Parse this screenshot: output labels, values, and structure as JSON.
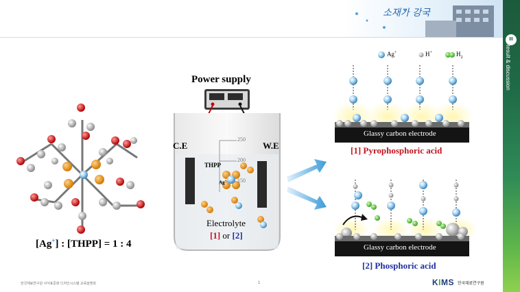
{
  "side": {
    "number": "III",
    "title": "Result & discussion"
  },
  "banner": {
    "logo_text": "소재가 강국"
  },
  "molecule": {
    "ratio_label_parts": [
      "[Ag",
      "+",
      "] : [THPP] = 1 : 4"
    ]
  },
  "cell": {
    "power_supply": "Power supply",
    "ce": "C.E",
    "we": "W.E",
    "thpp": "THPP",
    "ag_plus": "Ag",
    "ag_sup": "+",
    "electrolyte": "Electrolyte",
    "opt1": "[1]",
    "or": "or",
    "opt2": "[2]",
    "ticks": [
      "250",
      "200",
      "150"
    ]
  },
  "legend": {
    "ag": "Ag",
    "ag_sup": "+",
    "h": "H",
    "h_sup": "+",
    "h2": "H",
    "h2_sub": "2"
  },
  "panels": [
    {
      "electrode": "Glassy carbon electrode",
      "caption": "[1] Pyrophosphoric acid",
      "caption_color": "#c0161f"
    },
    {
      "electrode": "Glassy carbon electrode",
      "caption": "[2] Phosphoric acid",
      "caption_color": "#1e2fa0"
    }
  ],
  "footer": {
    "left": "한국재료연구원 서식표준화 디자인시스템 교육설명회",
    "page": "1",
    "org": "한국재료연구원"
  },
  "colors": {
    "ag": "#9fd0ee",
    "h": "#cccccc",
    "h2": "#5cc34a",
    "acid1": "#c0161f",
    "acid2": "#1e2fa0",
    "accent_green": "#2e8a56"
  }
}
